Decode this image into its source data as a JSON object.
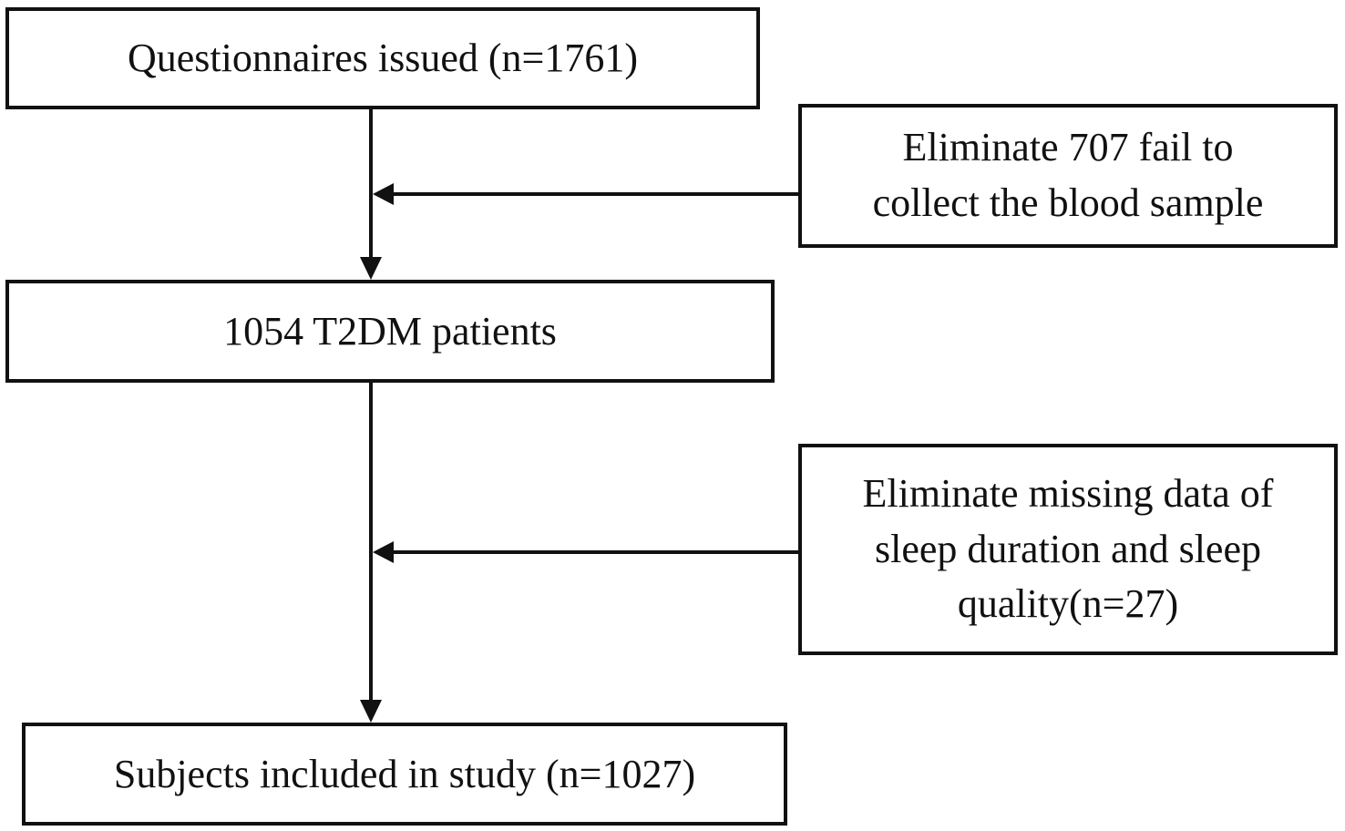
{
  "flowchart": {
    "steps": [
      {
        "text": "Questionnaires issued (n=1761)"
      },
      {
        "text": "1054 T2DM patients"
      },
      {
        "text": "Subjects included in study (n=1027)"
      }
    ],
    "exclusions": [
      {
        "lines": [
          "Eliminate 707 fail to",
          "collect the blood sample"
        ]
      },
      {
        "lines": [
          "Eliminate missing data of",
          "sleep duration and sleep",
          "quality(n=27)"
        ]
      }
    ]
  }
}
